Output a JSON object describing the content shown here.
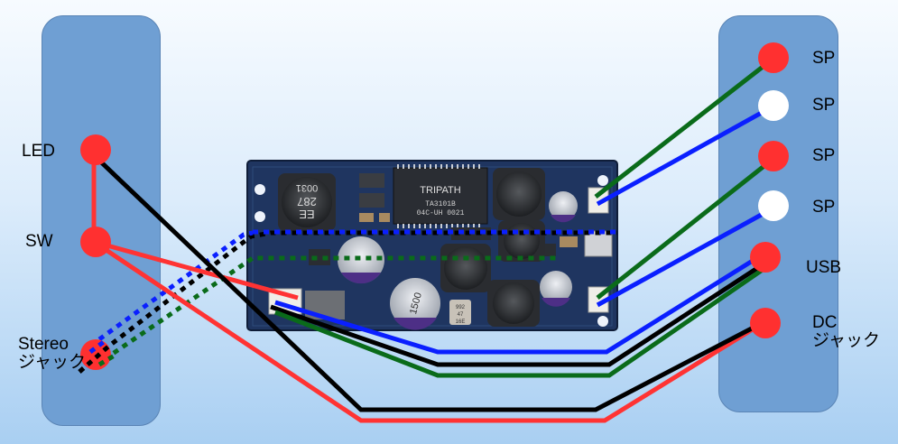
{
  "left_labels": {
    "led": "LED",
    "sw": "SW",
    "stereo_jack": "Stereo\nジャック"
  },
  "right_labels": {
    "sp1": "SP",
    "sp2": "SP",
    "sp3": "SP",
    "sp4": "SP",
    "usb": "USB",
    "dc_jack": "DC\nジャック"
  },
  "board_markings": {
    "chip_brand": "TRIPATH",
    "chip_line1": "TA3101B",
    "chip_line2": "04C-UH 0021",
    "inductor_left_a": "EE",
    "inductor_left_b": "287",
    "inductor_left_c": "0031",
    "cap_large": "1500",
    "cap_small": "992\n47\n16E"
  },
  "colors": {
    "panel": "#6f9fd3",
    "terminal_red": "#ff3030",
    "terminal_white": "#ffffff",
    "wire_red": "#ff3333",
    "wire_black": "#000000",
    "wire_blue": "#0a1fff",
    "wire_green": "#0a6b1a",
    "pcb": "#1f3560"
  }
}
